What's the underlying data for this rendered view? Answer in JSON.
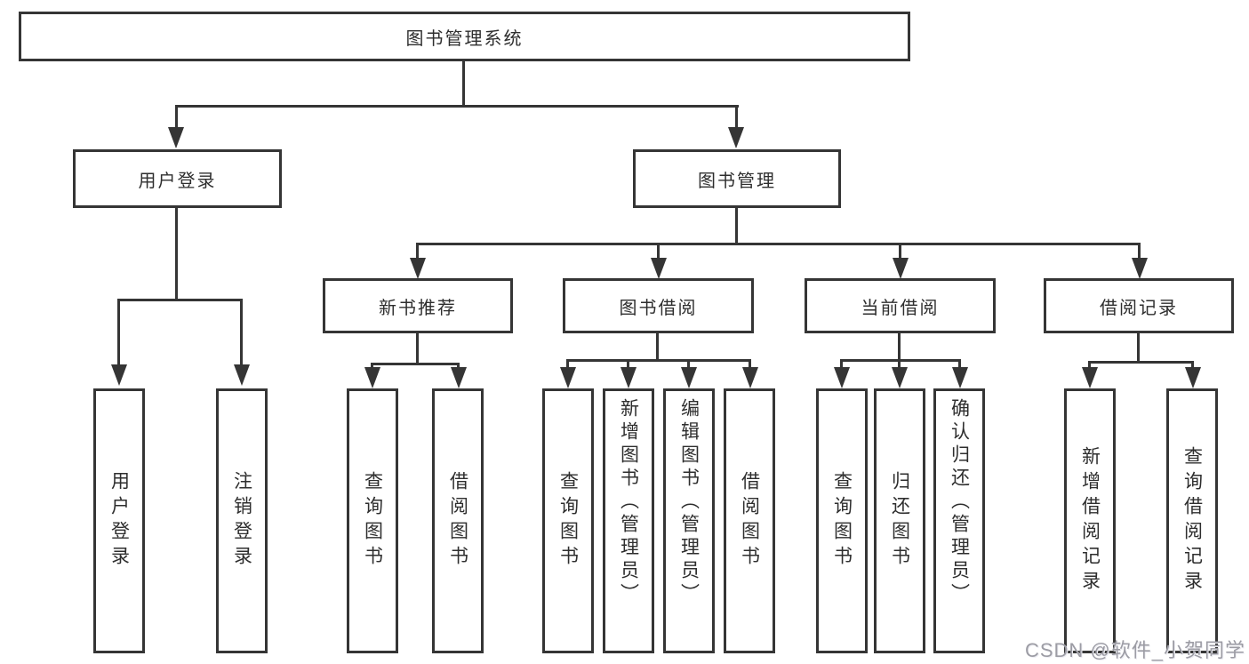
{
  "diagram": {
    "root": "图书管理系统",
    "branches": {
      "user_login": {
        "label": "用户登录",
        "children": [
          "用户登录",
          "注销登录"
        ]
      },
      "book_management": {
        "label": "图书管理",
        "children": [
          {
            "label": "新书推荐",
            "children": [
              "查询图书",
              "借阅图书"
            ]
          },
          {
            "label": "图书借阅",
            "children": [
              "查询图书",
              "新增图书（管理员）",
              "编辑图书（管理员）",
              "借阅图书"
            ]
          },
          {
            "label": "当前借阅",
            "children": [
              "查询图书",
              "归还图书",
              "确认归还（管理员）"
            ]
          },
          {
            "label": "借阅记录",
            "children": [
              "新增借阅记录",
              "查询借阅记录"
            ]
          }
        ]
      }
    }
  },
  "watermark": "CSDN @软件_小贺同学",
  "colors": {
    "line": "#353535",
    "text": "#2e2e2e",
    "watermark": "#9c9ca4",
    "background": "#ffffff"
  }
}
